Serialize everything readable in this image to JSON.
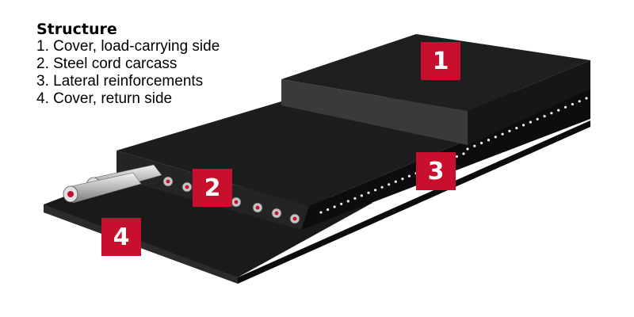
{
  "legend": {
    "title": "Structure",
    "items": [
      "1. Cover, load-carrying side",
      "2. Steel cord carcass",
      "3. Lateral reinforcements",
      "4. Cover, return side"
    ]
  },
  "badges": [
    "1",
    "2",
    "3",
    "4"
  ],
  "colors": {
    "badge_red": "#c8102e",
    "rubber_dark": "#1c1c1c",
    "rubber_side": "#303030",
    "cord_silver": "#c4c4c4",
    "cord_core": "#c8102e",
    "background": "#ffffff"
  }
}
